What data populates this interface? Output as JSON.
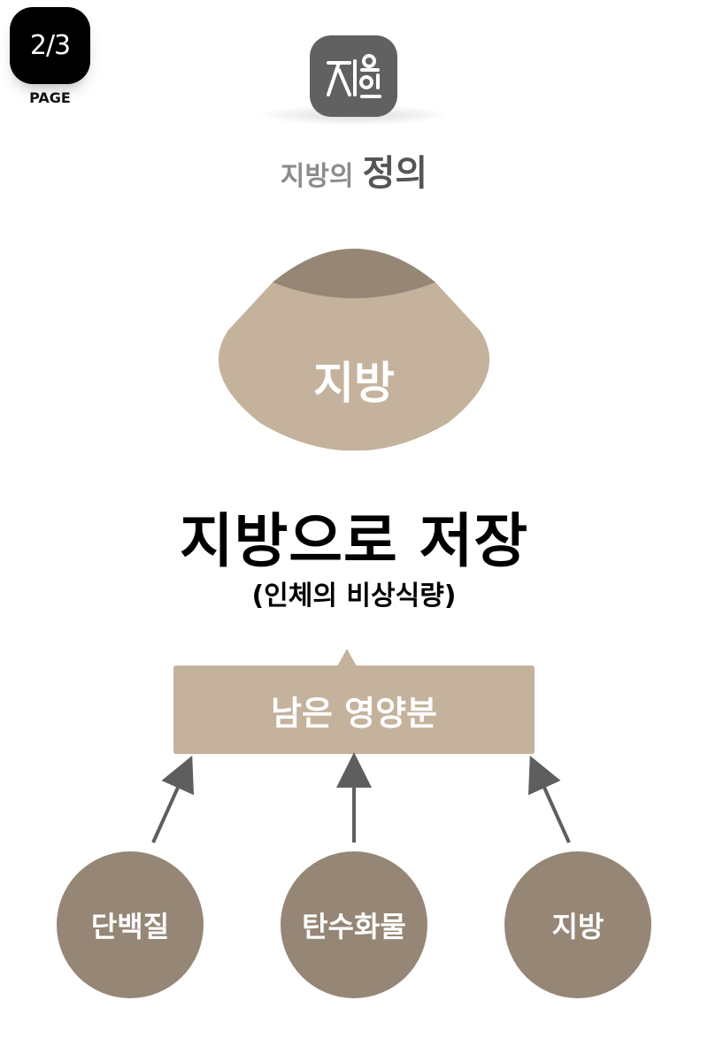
{
  "page": {
    "indicator": "2/3",
    "label": "PAGE"
  },
  "logo": {
    "icon": "jibang-logo-icon",
    "color": "#616161"
  },
  "header": {
    "title_prefix": "지방의",
    "title_main": "정의"
  },
  "fat_shape": {
    "label": "지방",
    "top_color": "#968676",
    "body_color": "#c4b29d"
  },
  "storage": {
    "title": "지방으로 저장",
    "subtitle": "(인체의 비상식량)"
  },
  "callout": {
    "label": "남은 영양분"
  },
  "nutrients": [
    {
      "label": "단백질"
    },
    {
      "label": "탄수화물"
    },
    {
      "label": "지방"
    }
  ]
}
